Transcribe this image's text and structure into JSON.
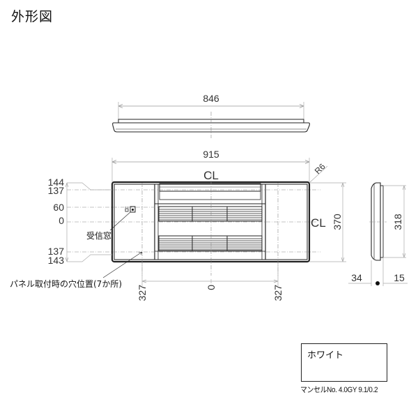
{
  "title": "外形図",
  "top_view": {
    "width_dim": "846"
  },
  "front_view": {
    "width_dim": "915",
    "centerline_top": "CL",
    "centerline_right": "CL",
    "corner_radius": "R6",
    "height_dim": "370",
    "left_dims": [
      "144",
      "137",
      "60",
      "0",
      "137",
      "143"
    ],
    "bottom_dims": [
      "327",
      "0",
      "327"
    ],
    "receiver_label": "受信窓",
    "hole_label": "パネル取付時の穴位置(7か所)"
  },
  "side_view": {
    "height_dim": "318",
    "depth_left": "34",
    "depth_right": "15"
  },
  "color_swatch": {
    "name": "ホワイト",
    "munsell": "マンセルNo. 4.0GY 9.1/0.2"
  }
}
